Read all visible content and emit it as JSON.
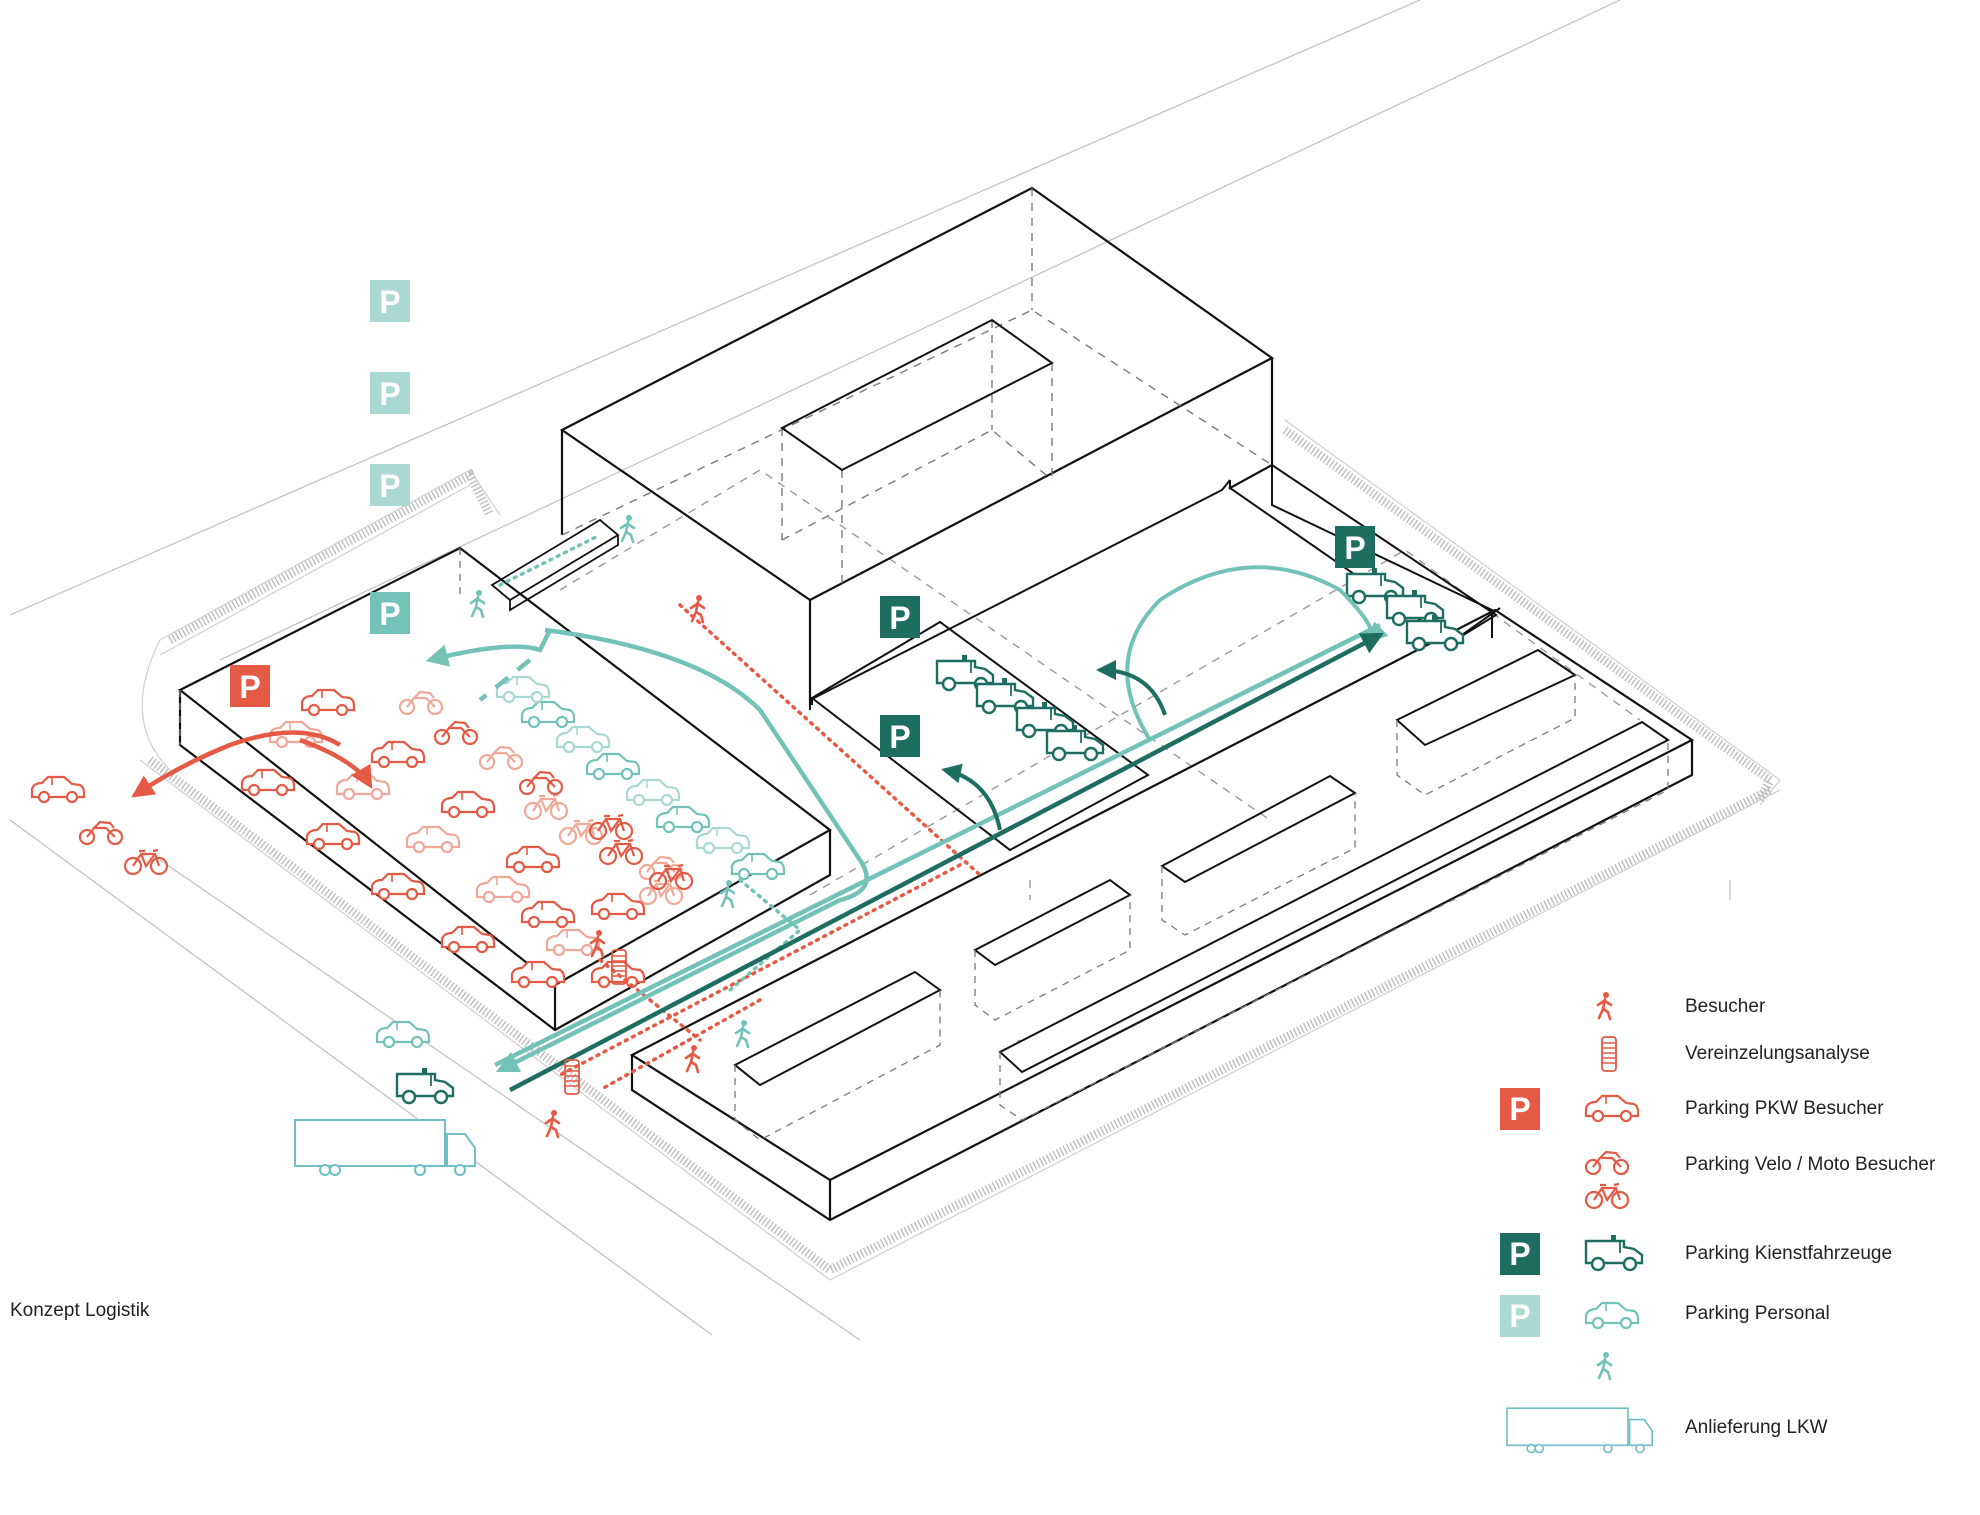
{
  "caption": "Konzept Logistik",
  "colors": {
    "besucher": "#e45a44",
    "besucher_light": "#f0a898",
    "kienst": "#1d6e60",
    "personal": "#73c2b8",
    "personal_light": "#a9d9d2",
    "lkw": "#6fbfc6",
    "line": "#111111",
    "hidden": "#888888",
    "fence": "#bbbbbb"
  },
  "parking_letter": "P",
  "legend": [
    {
      "key": "besucher",
      "label": "Besucher",
      "icon": "pedestrian-icon"
    },
    {
      "key": "vereinzelung",
      "label": "Vereinzelungsanalyse",
      "icon": "turnstile-icon"
    },
    {
      "key": "pkw",
      "label": "Parking PKW Besucher",
      "icon": "car-icon",
      "badge": "P"
    },
    {
      "key": "velo",
      "label": "Parking Velo / Moto Besucher",
      "icon": "bicycle-icon"
    },
    {
      "key": "kienst",
      "label": "Parking Kienstfahrzeuge",
      "icon": "van-icon",
      "badge": "P"
    },
    {
      "key": "personal",
      "label": "Parking Personal",
      "icon": "car-icon",
      "badge": "P"
    },
    {
      "key": "personal_walk",
      "label": "",
      "icon": "pedestrian-icon"
    },
    {
      "key": "lkw",
      "label": "Anlieferung LKW",
      "icon": "truck-icon"
    }
  ]
}
